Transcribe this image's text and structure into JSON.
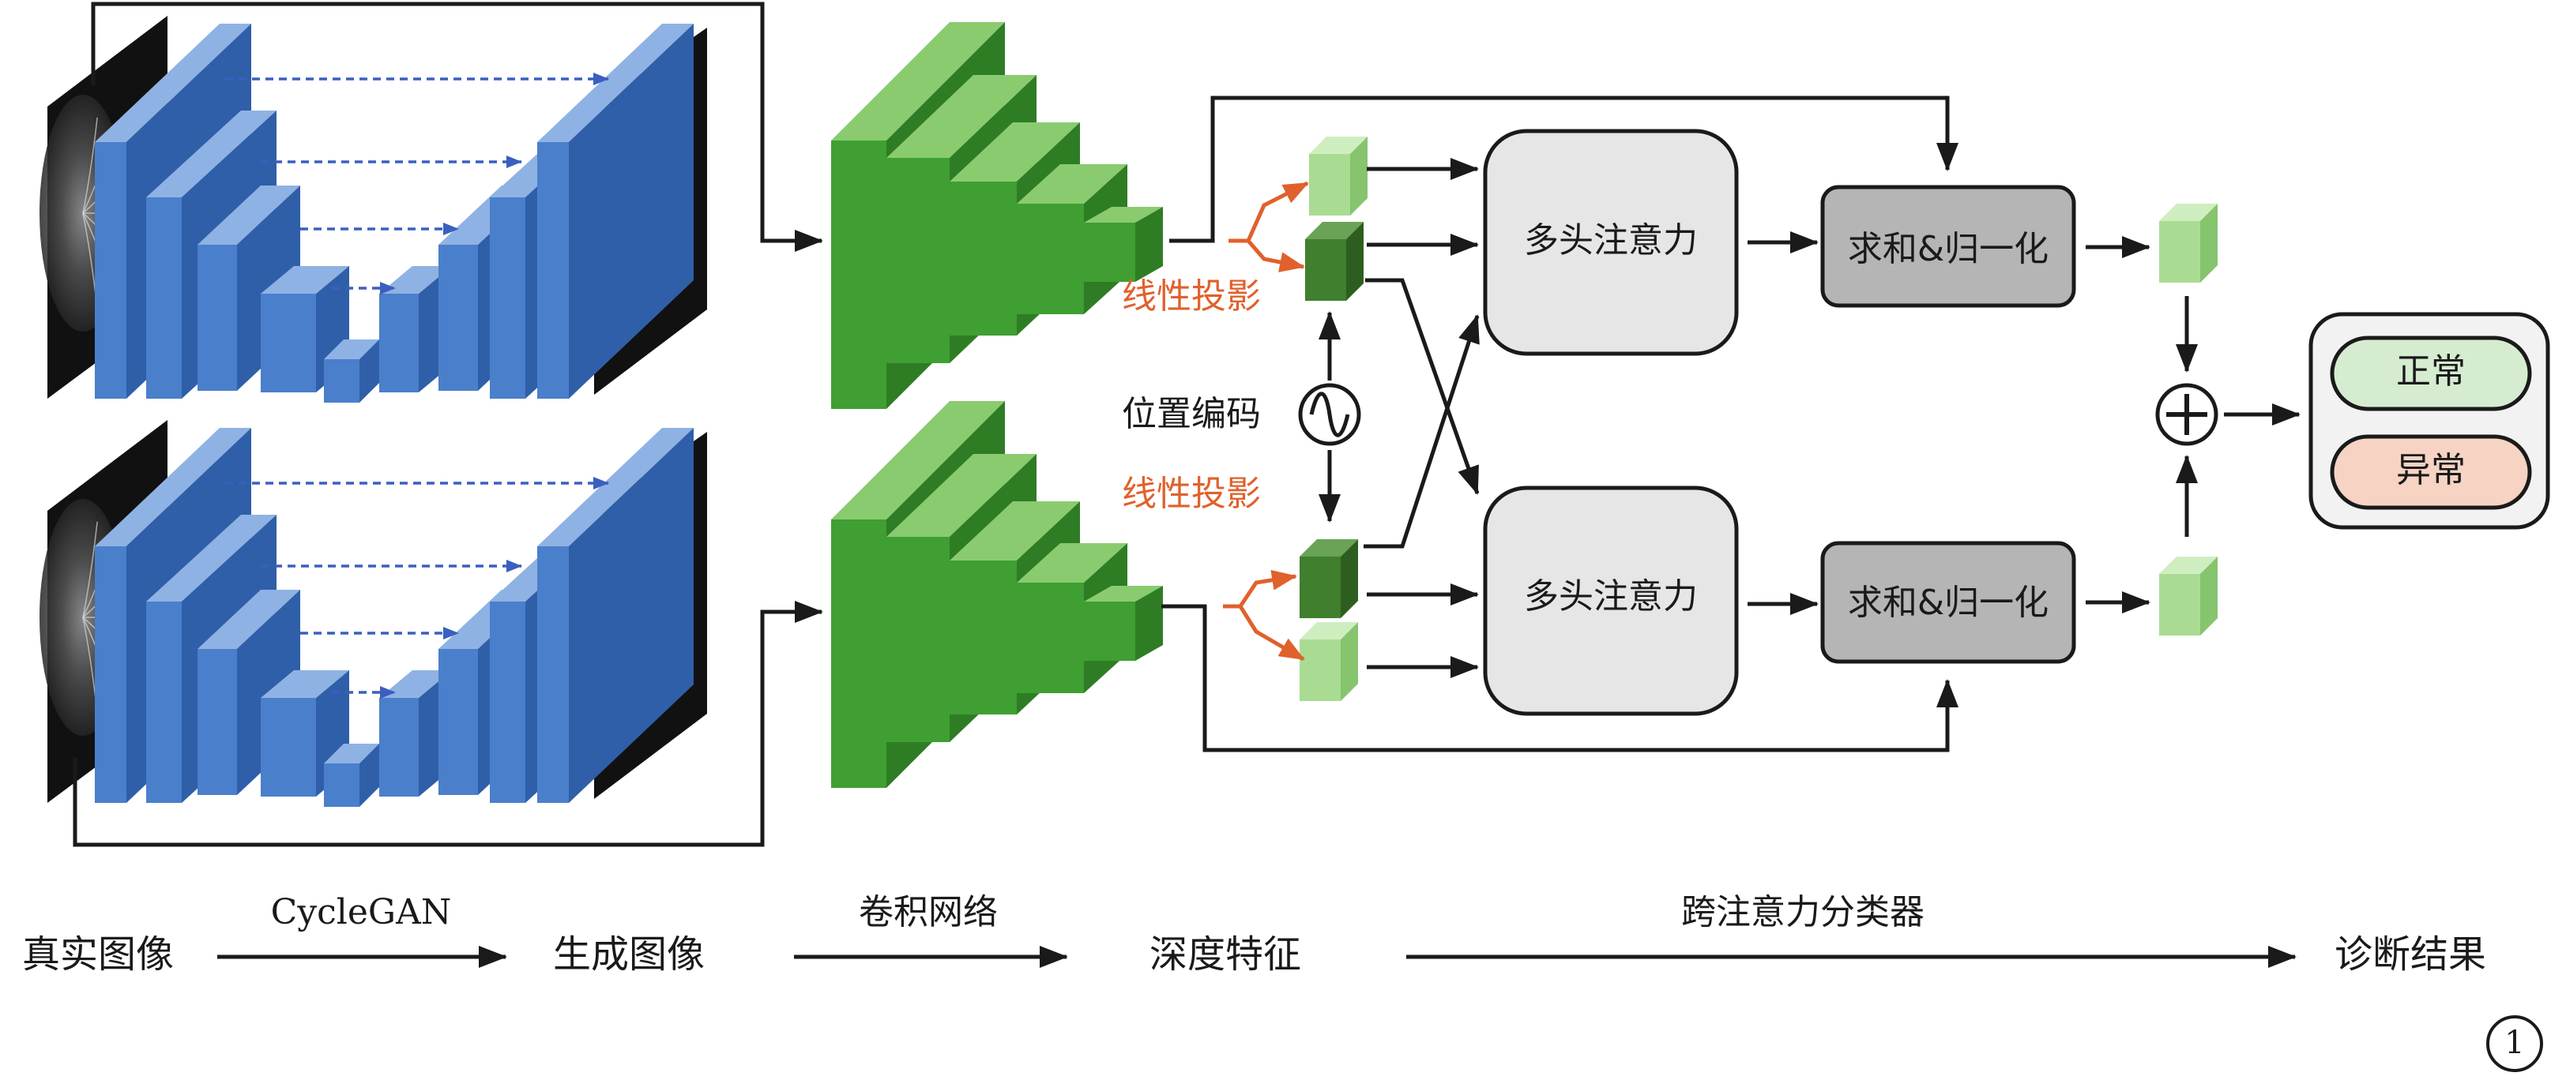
{
  "colors": {
    "unet_front": "#4a7fcb",
    "unet_top": "#8fb2e4",
    "unet_side": "#2f5fa8",
    "cnn_front": "#3f9f32",
    "cnn_top": "#8acb70",
    "cnn_side": "#2e7d24",
    "token_light": "#a9dc92",
    "token_dark": "#3f7f2e",
    "orange": "#e0612c",
    "attn_fill": "#e6e6e6",
    "norm_fill": "#b5b5b5",
    "normal_fill": "#d6ecd0",
    "abnormal_fill": "#f6d3c3",
    "dashed_arrow": "#3a5fbf"
  },
  "labels": {
    "linear_projection": "线性投影",
    "positional_encoding": "位置编码",
    "multi_head_attention": "多头注意力",
    "add_norm": "求和&归一化",
    "normal": "正常",
    "abnormal": "异常",
    "figure_number": "1"
  },
  "pipeline": {
    "stage1": "真实图像",
    "arrow1": "CycleGAN",
    "stage2": "生成图像",
    "arrow2": "卷积网络",
    "stage3": "深度特征",
    "arrow3": "跨注意力分类器",
    "stage4": "诊断结果"
  },
  "icons": {
    "positional_encoding": "sine-wave-icon",
    "sum": "circle-plus-icon"
  }
}
